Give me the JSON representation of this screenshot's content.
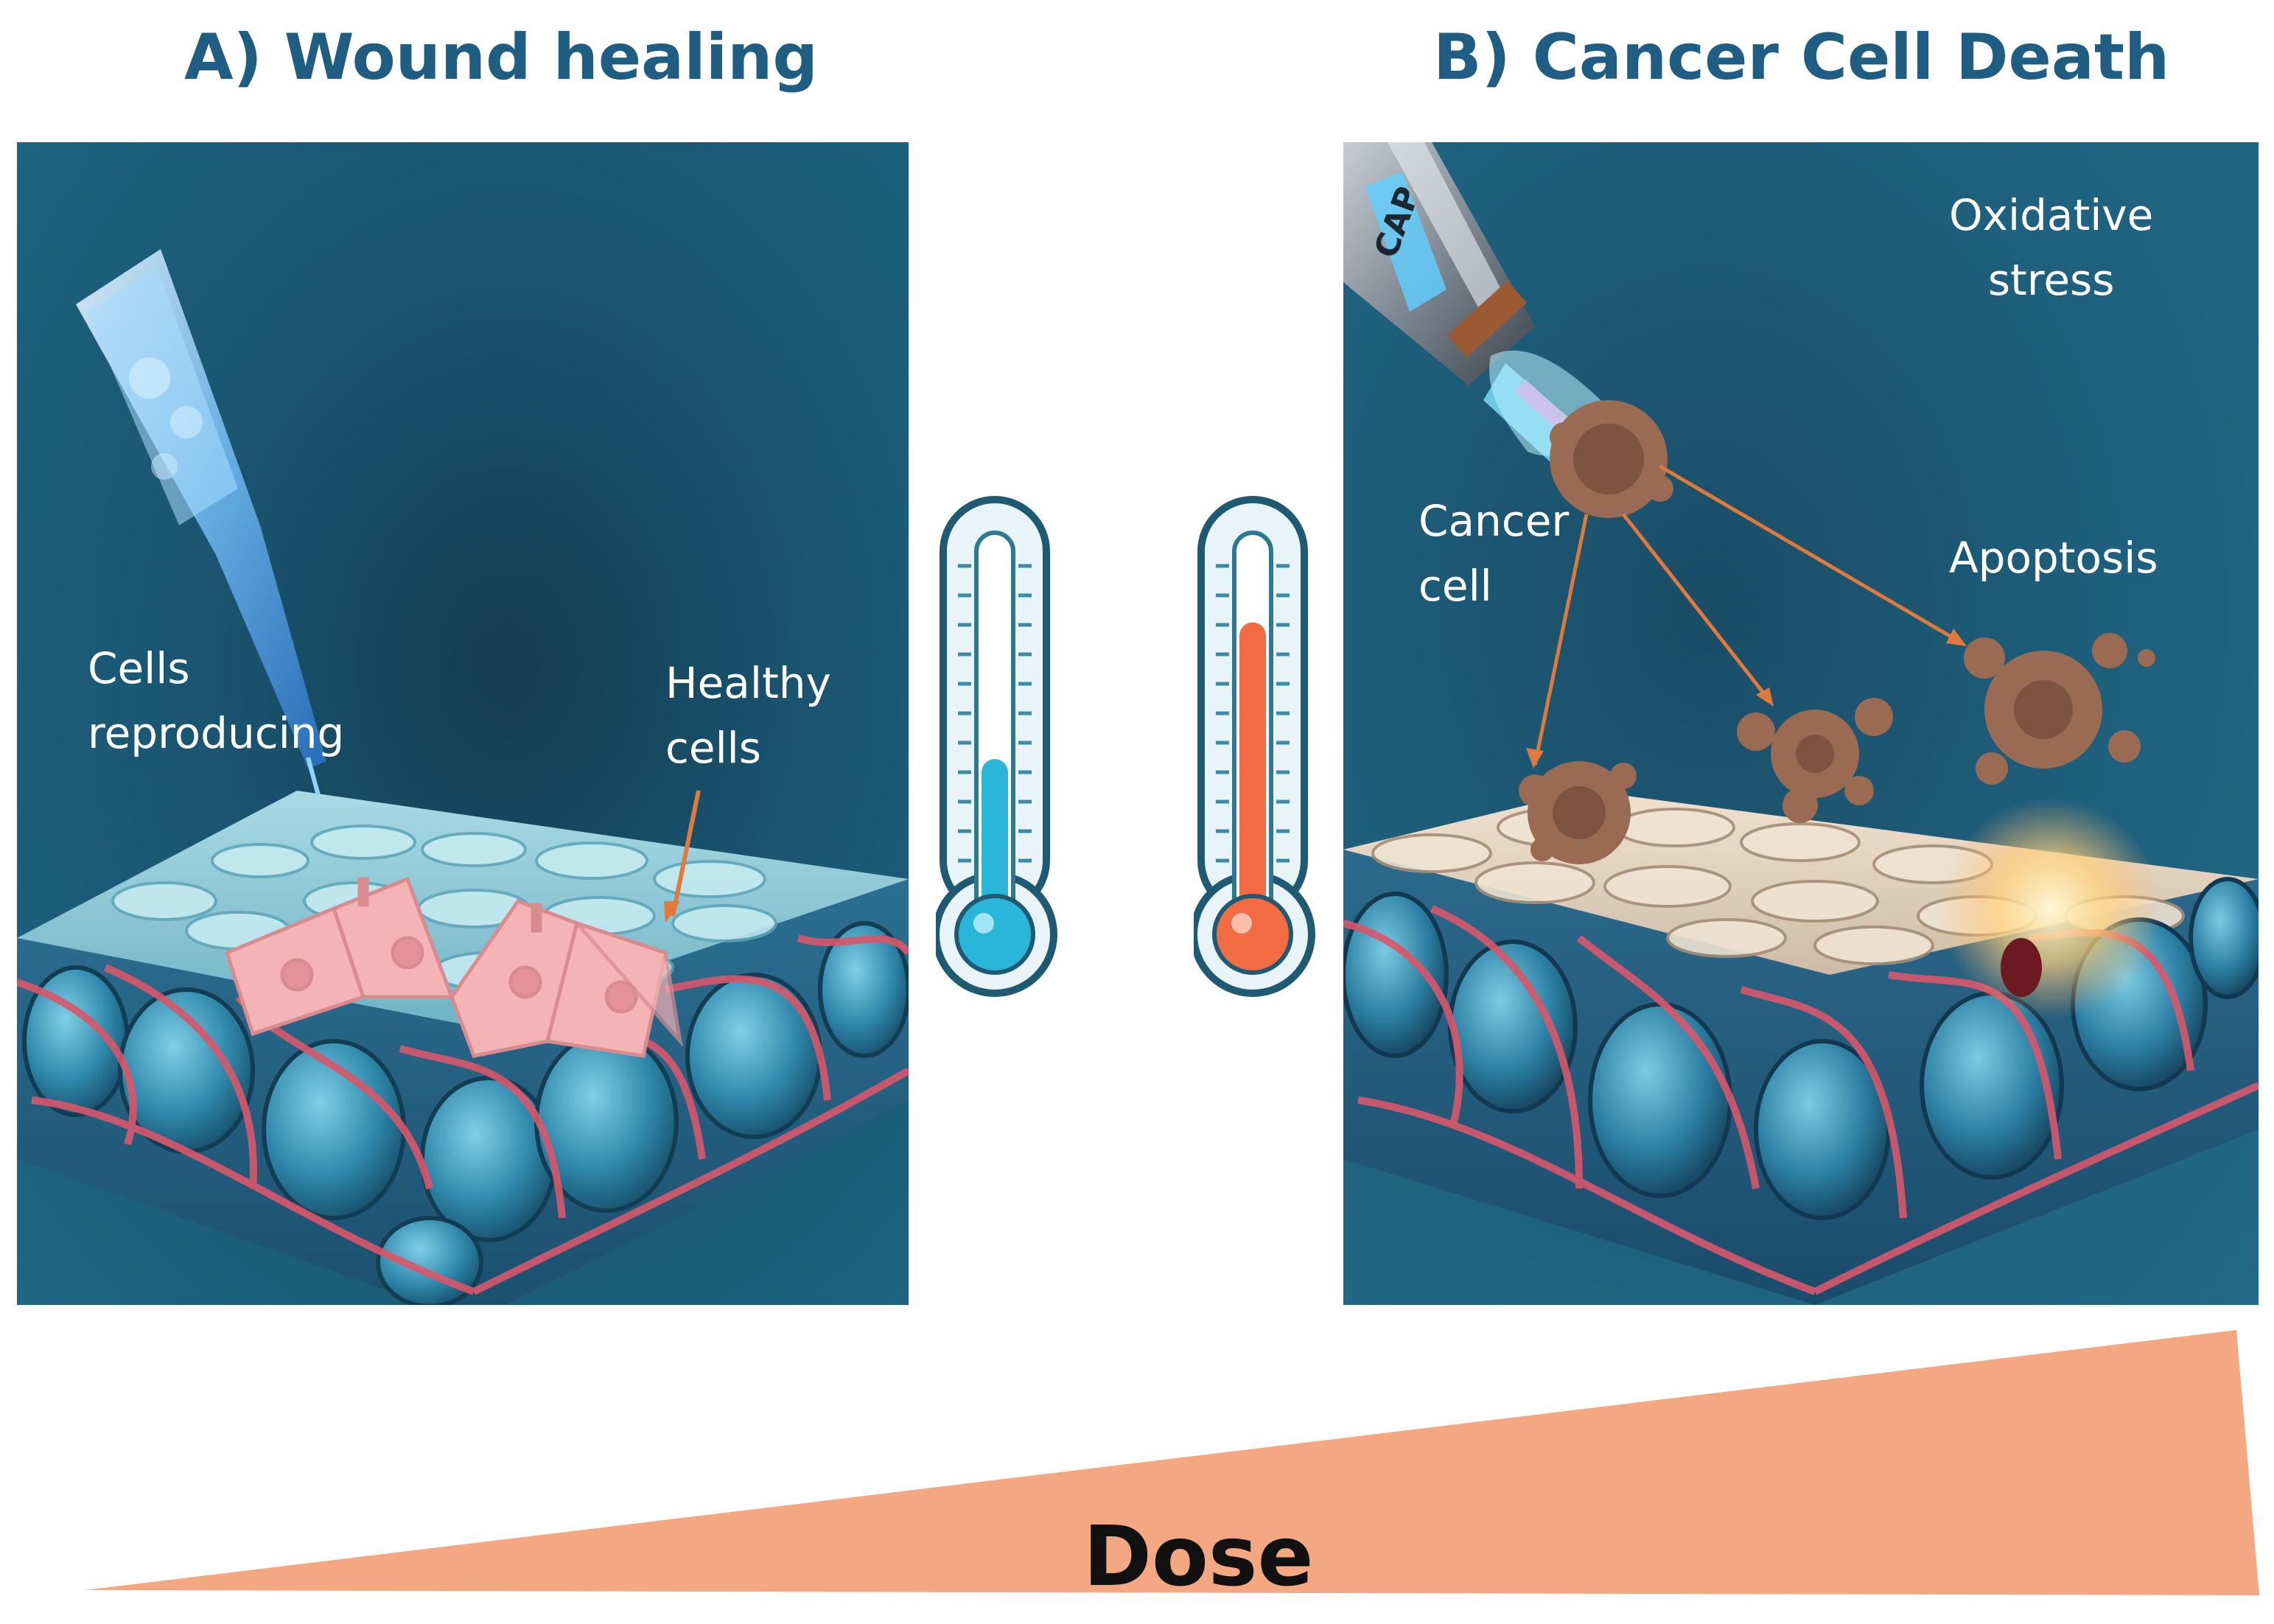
{
  "panel_a": {
    "title": "A) Wound healing",
    "labels": {
      "cells_reproducing": [
        "Cells",
        "reproducing"
      ],
      "healthy_cells": [
        "Healthy",
        "cells"
      ]
    }
  },
  "panel_b": {
    "title": "B) Cancer Cell Death",
    "device_text": "CAP",
    "labels": {
      "oxidative_stress": [
        "Oxidative",
        "stress"
      ],
      "cancer_cell": [
        "Cancer",
        "cell"
      ],
      "apoptosis": "Apoptosis"
    }
  },
  "thermometers": [
    {
      "name": "low",
      "fill_level": 0.43,
      "color": "#29b6d8"
    },
    {
      "name": "high",
      "fill_level": 0.78,
      "color": "#f26b43"
    }
  ],
  "dose": {
    "label": "Dose",
    "color": "#f4a882"
  },
  "colors": {
    "title": "#1f5e82",
    "panel_bg": "#1a5571",
    "vessel": "#d9576b",
    "healthy_cell": "#f4b3b5",
    "cancer_cell": "#9a6a52",
    "arrow": "#e07a3c"
  }
}
